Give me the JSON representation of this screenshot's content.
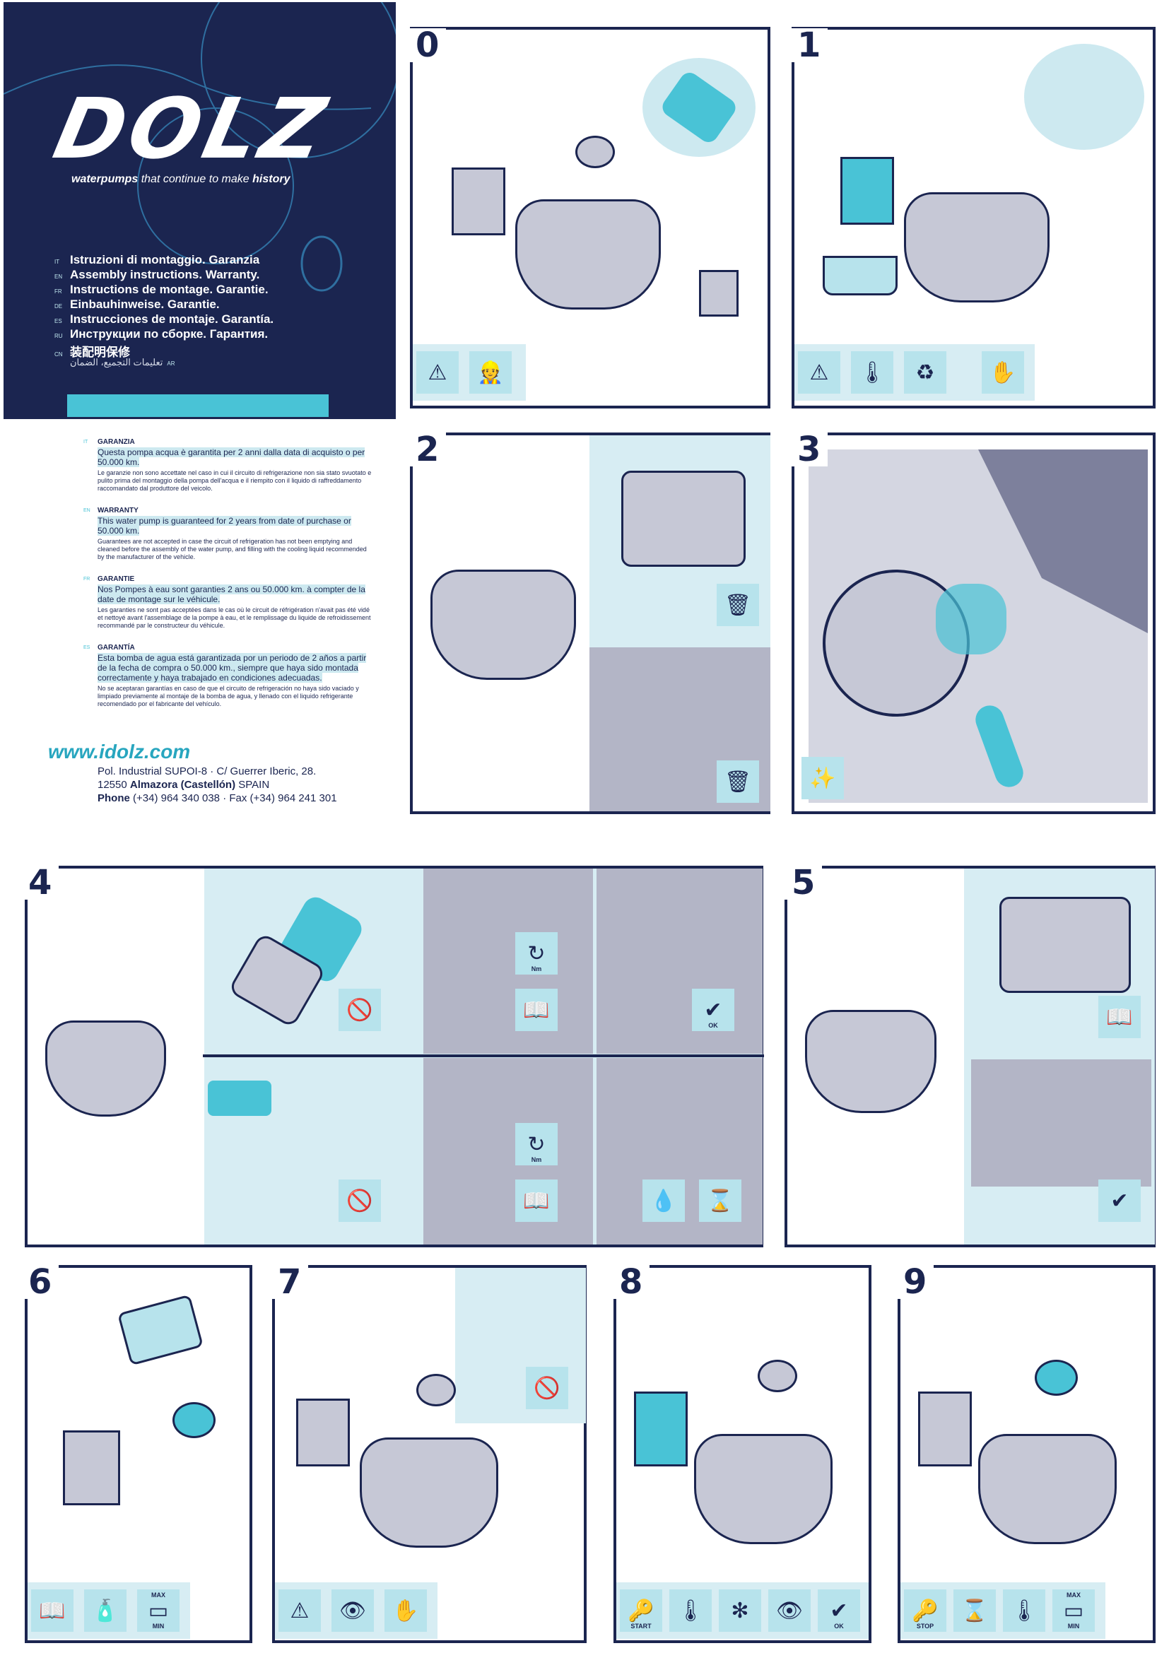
{
  "cover": {
    "brand": "DOLZ",
    "tagline_prefix": "waterpumps",
    "tagline_middle": " that continue to make ",
    "tagline_suffix": "history",
    "languages": [
      {
        "code": "IT",
        "text": "Istruzioni di montaggio. Garanzia"
      },
      {
        "code": "EN",
        "text": "Assembly instructions. Warranty."
      },
      {
        "code": "FR",
        "text": "Instructions de montage. Garantie."
      },
      {
        "code": "DE",
        "text": "Einbauhinweise. Garantie."
      },
      {
        "code": "ES",
        "text": "Instrucciones de montaje. Garantía."
      },
      {
        "code": "RU",
        "text": "Инструкции по сборке. Гарантия."
      },
      {
        "code": "CN",
        "text": "装配明保修"
      },
      {
        "code": "AR",
        "text": "تعليمات التجميع، الضمان"
      }
    ]
  },
  "warranty": [
    {
      "code": "IT",
      "title": "GARANZIA",
      "highlight": "Questa pompa acqua è garantita per 2 anni dalla data di acquisto o per 50.000 km.",
      "body": "Le garanzie non sono accettate nel caso in cui il circuito di refrigerazione non sia stato svuotato e pulito prima del montaggio della pompa dell'acqua e il riempito con il liquido di raffreddamento raccomandato dal produttore del veicolo."
    },
    {
      "code": "EN",
      "title": "WARRANTY",
      "highlight": "This water pump is guaranteed for 2 years from date of purchase or 50.000 km.",
      "body": "Guarantees are not accepted in case the circuit of refrigeration has not been emptying and cleaned before the assembly of the water pump, and filling with the cooling liquid recommended by the manufacturer of the vehicle."
    },
    {
      "code": "FR",
      "title": "GARANTIE",
      "highlight": "Nos Pompes à eau sont garanties 2 ans ou 50.000 km. à compter de la date de montage sur le véhicule.",
      "body": "Les garanties ne sont pas acceptées dans le cas où le circuit de réfrigération n'avait pas été vidé et nettoyé avant l'assemblage de la pompe à eau, et le remplissage du liquide de refroidissement recommandé par le constructeur du véhicule."
    },
    {
      "code": "ES",
      "title": "GARANTÍA",
      "highlight": "Esta bomba de agua está garantizada por un periodo de 2 años a partir de la fecha de compra o 50.000 km., siempre que haya sido montada correctamente y haya trabajado en condiciones adecuadas.",
      "body": "No se aceptaran garantías en caso de que el circuito de refrigeración no haya sido vaciado y limpiado previamente al montaje de la bomba de agua, y llenado con el liquido refrigerante recomendado por el fabricante del vehículo."
    }
  ],
  "contact": {
    "web": "www.idolz.com",
    "line1": "Pol. Industrial SUPOI-8 · C/ Guerrer Iberic, 28.",
    "line2_zip": "12550 ",
    "line2_city": "Almazora (Castellón)",
    "line2_country": " SPAIN",
    "phone_label": "Phone",
    "phone": " (+34) 964 340 038 · Fax (+34) 964 241 301"
  },
  "steps": [
    "0",
    "1",
    "2",
    "3",
    "4",
    "5",
    "6",
    "7",
    "8",
    "9"
  ],
  "icon_labels": {
    "ok": "OK",
    "nm": "Nm",
    "start": "START",
    "stop": "STOP",
    "max": "MAX",
    "min": "MIN"
  },
  "colors": {
    "navy": "#1b2550",
    "teal": "#49c3d6",
    "light": "#d7edf3",
    "gray": "#c6c8d6"
  }
}
